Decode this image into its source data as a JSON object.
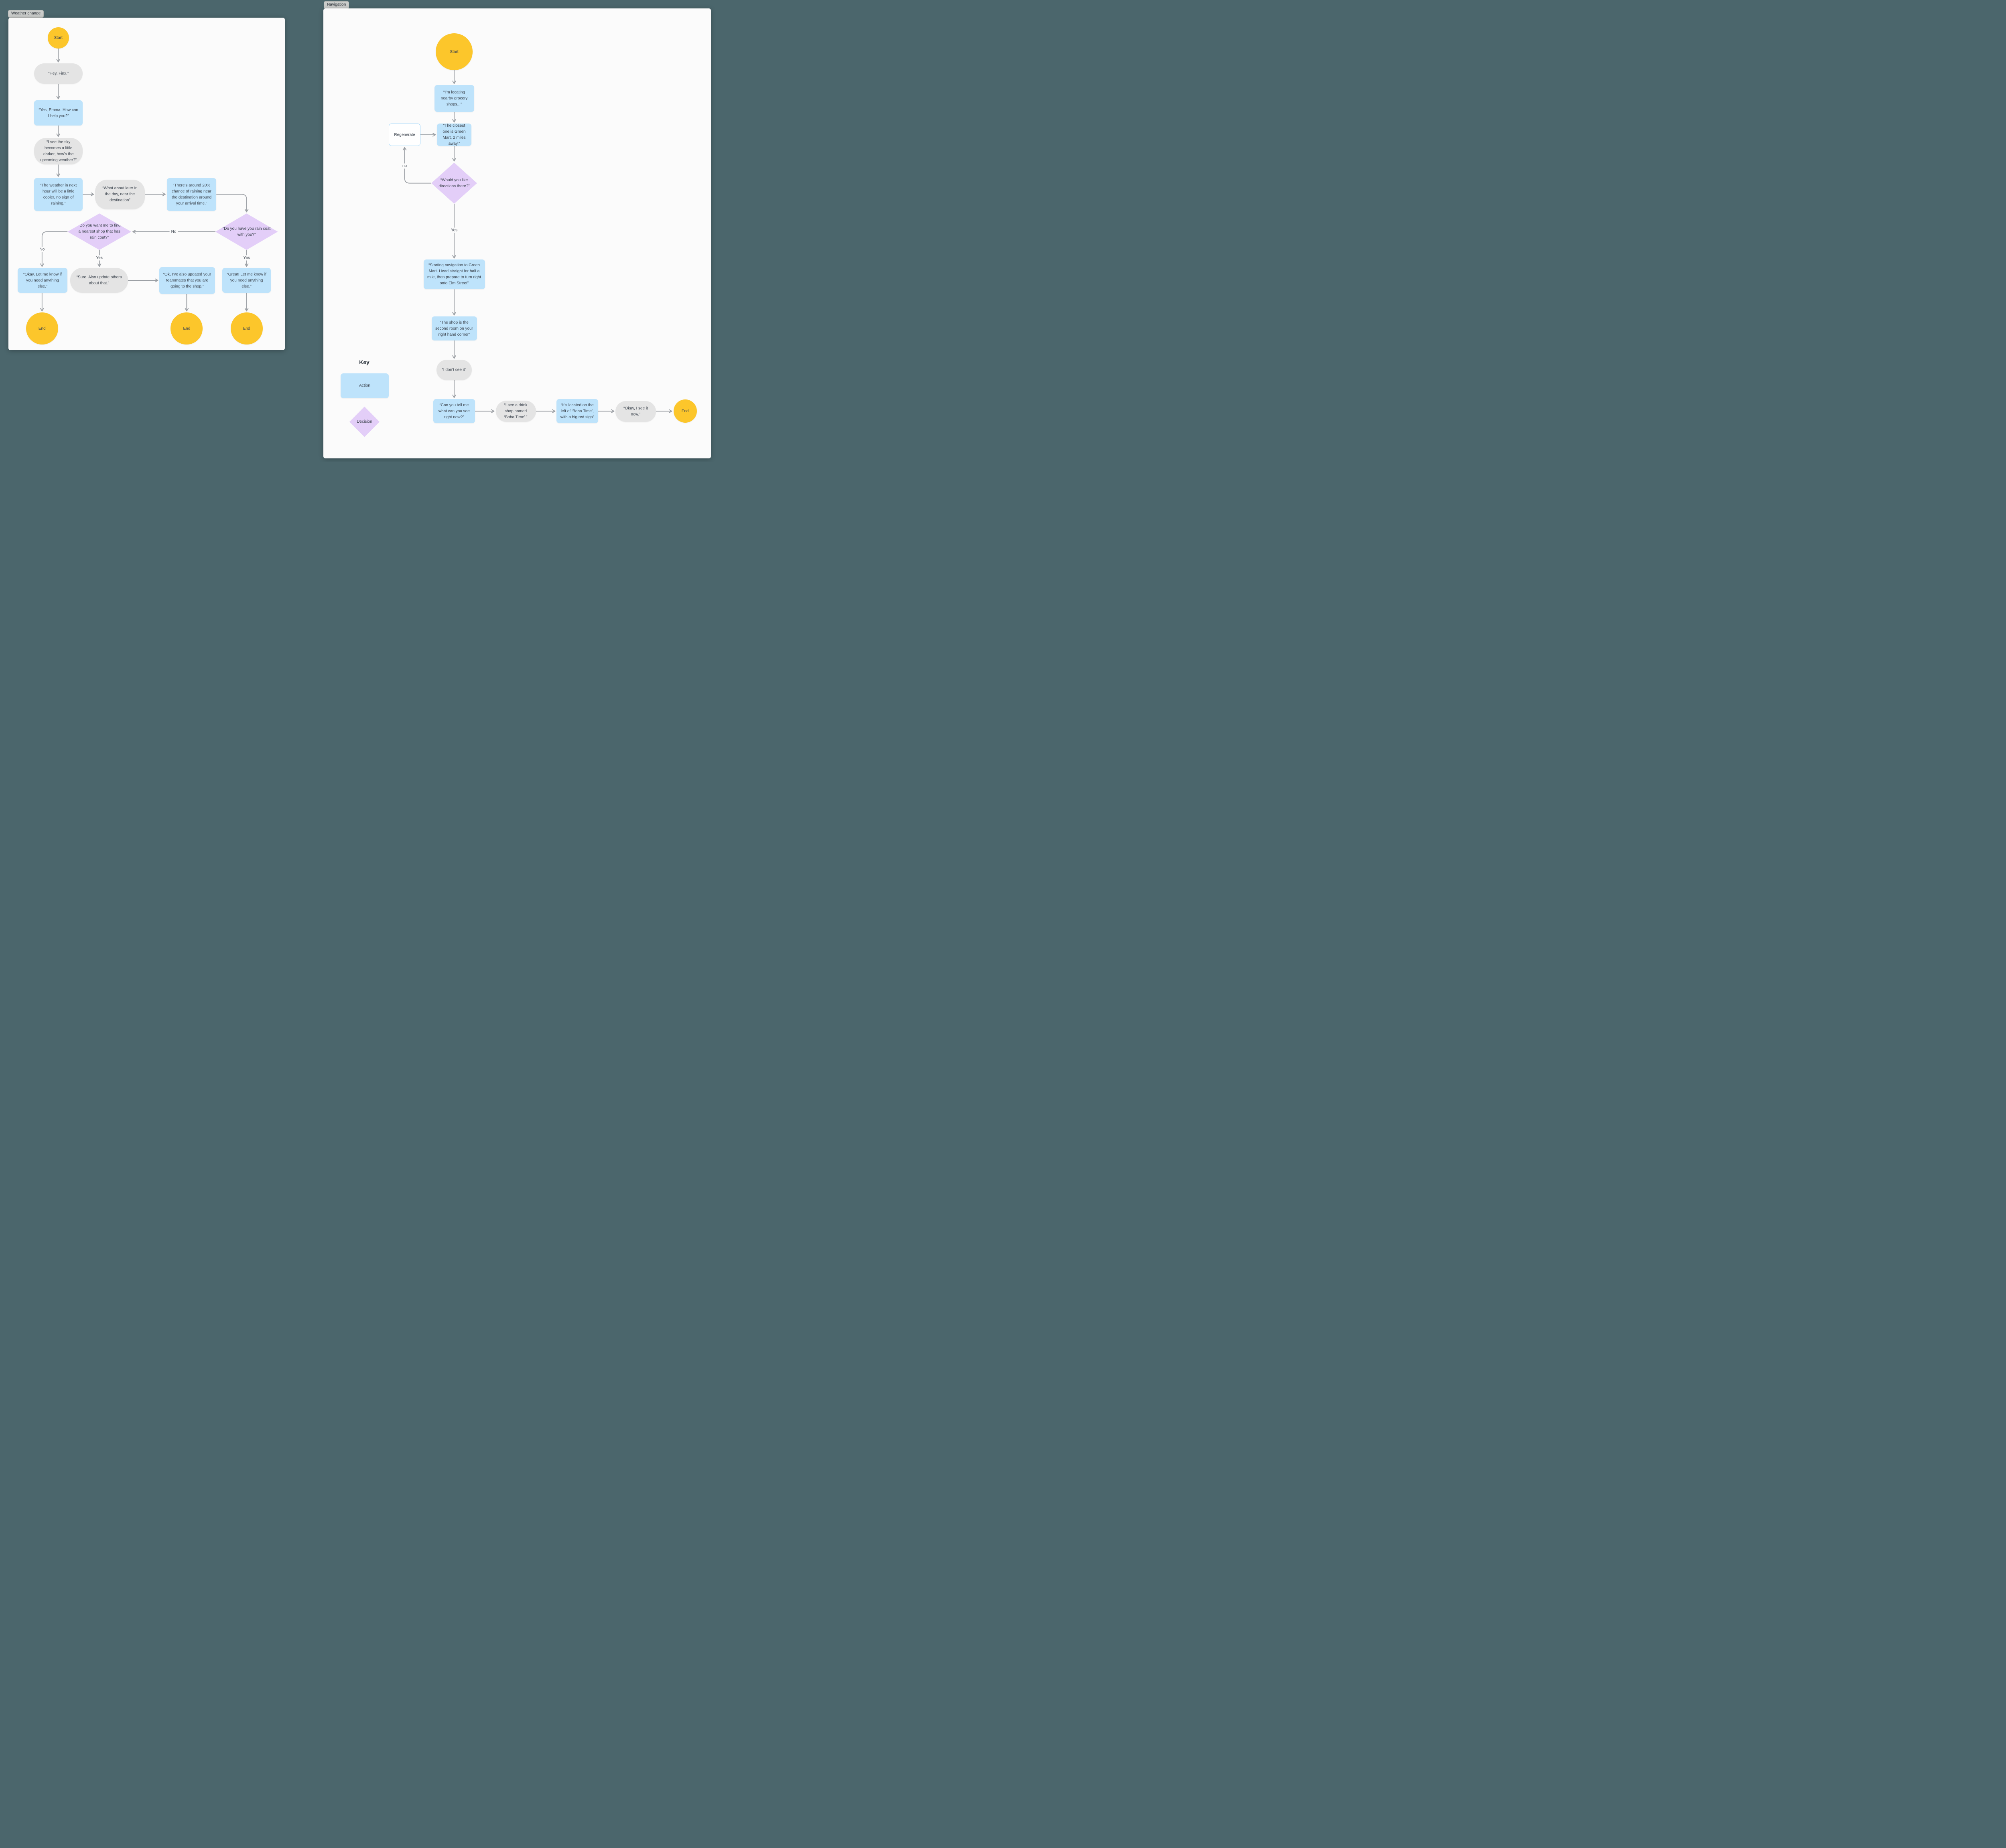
{
  "colors": {
    "canvas_background": "#4B666C",
    "frame_background": "#FBFBFB",
    "action_fill": "#BEE3FB",
    "decision_fill": "#E3CEF8",
    "terminal_fill": "#FCC62B",
    "utterance_fill": "#E4E4E4",
    "regenerate_border": "#A9DAFA",
    "arrow": "#9A9EA3",
    "text": "#3C444E"
  },
  "weather": {
    "frame_label": "Weather change",
    "start": "Start",
    "hey": "“Hey, Finx.”",
    "yes_emma": "“Yes, Emma. How can I help you?”",
    "sky": "“I see the sky becomes a little darker, how’s the upcoming weather?”",
    "weather_hour": "“The weather in next hour will be a little cooler, no sign of raining.”",
    "what_later": "“What about later in the day, near the destination”",
    "chance": "“There’s around 20% chance of raining near the destination around your arrival time.”",
    "have_raincoat": "“Do you have you rain coat with you?”",
    "find_shop": "“Do you want me to find a nearest shop that has rain coat?”",
    "okay_know": "“Okay, Let me know if you need anything else.”",
    "sure_update": "“Sure. Also update others about that.”",
    "ok_updated": "“Ok, I’ve also updated your teammates that you are going to the shop.”",
    "great_know": "“Great! Let me know if you need anything else.”",
    "end1": "End",
    "end2": "End",
    "end3": "End",
    "label_no_between": "No",
    "label_no_left": "No",
    "label_yes_left": "Yes",
    "label_yes_right": "Yes"
  },
  "navigation": {
    "frame_label": "Navigation",
    "start": "Start",
    "locating": "“I’m locating nearby grocery shops...”",
    "regenerate": "Regenerate",
    "closest": "“The closest one is Green Mart, 2 miles away.”",
    "directions": "“Would you like directions there?”",
    "label_no": "no",
    "label_yes": "Yes",
    "starting": "“Starting navigation to Green Mart. Head straight for half a mile, then prepare to turn right onto Elm Street”",
    "shop_second": "“The shop is the second room on your right hand corner”",
    "dont_see": "“I don’t see it”",
    "can_tell": "“Can you tell me what can you see right now?”",
    "drink_shop": "“I see a drink shop named ‘Boba Time’ ”",
    "located": "“It’s located on the left of ‘Boba Time’, with a big red sign”",
    "okay_see": "“Okay, I see it now.”",
    "end": "End"
  },
  "key": {
    "title": "Key",
    "action": "Action",
    "decision": "Decision"
  }
}
